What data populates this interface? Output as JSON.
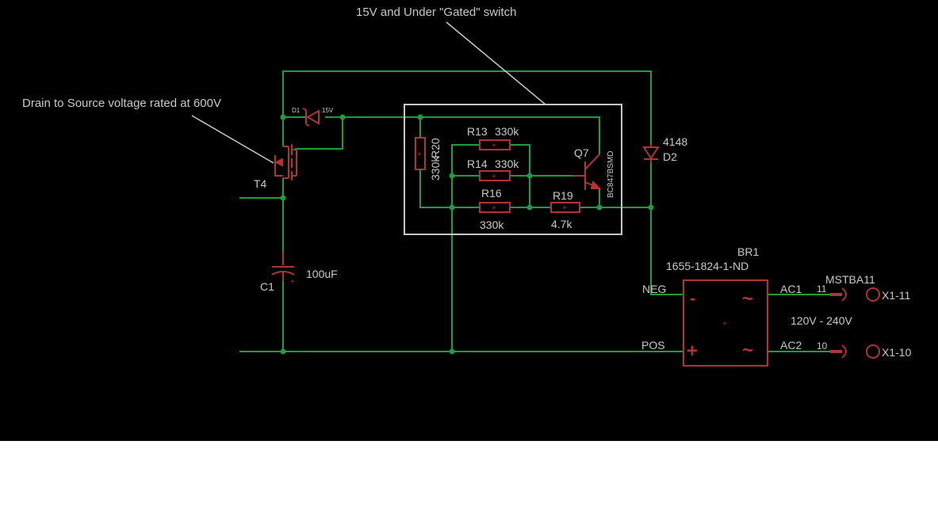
{
  "colors": {
    "background": "#000000",
    "wire": "#1e9e3a",
    "part": "#b03434",
    "text": "#c8c8c8",
    "annotation": "#c8c8c8"
  },
  "annotations": {
    "gated_switch": "15V and Under \"Gated\" switch",
    "drain_source": "Drain to Source voltage rated at 600V"
  },
  "components": {
    "t4": {
      "name": "T4"
    },
    "d1": {
      "name": "D1",
      "value": "15V"
    },
    "c1": {
      "name": "C1",
      "value": "100uF"
    },
    "r20": {
      "name": "R20",
      "value": "330k"
    },
    "r13": {
      "name": "R13",
      "value": "330k"
    },
    "r14": {
      "name": "R14",
      "value": "330k"
    },
    "r16": {
      "name": "R16",
      "value": "330k"
    },
    "r19": {
      "name": "R19",
      "value": "4.7k"
    },
    "q7": {
      "name": "Q7",
      "value": "BC847BSMD"
    },
    "d2": {
      "name": "D2",
      "value": "4148"
    },
    "br1": {
      "name": "BR1",
      "value": "1655-1824-1-ND",
      "neg": "NEG",
      "pos": "POS",
      "ac1": "AC1",
      "ac2": "AC2",
      "minus_symbol": "-",
      "plus_symbol": "+",
      "tilde1": "~",
      "tilde2": "~"
    },
    "connector": {
      "name": "MSTBA11",
      "pin1_number": "11",
      "pin2_number": "10",
      "pin1": "X1-11",
      "pin2": "X1-10",
      "voltage": "120V - 240V"
    }
  }
}
